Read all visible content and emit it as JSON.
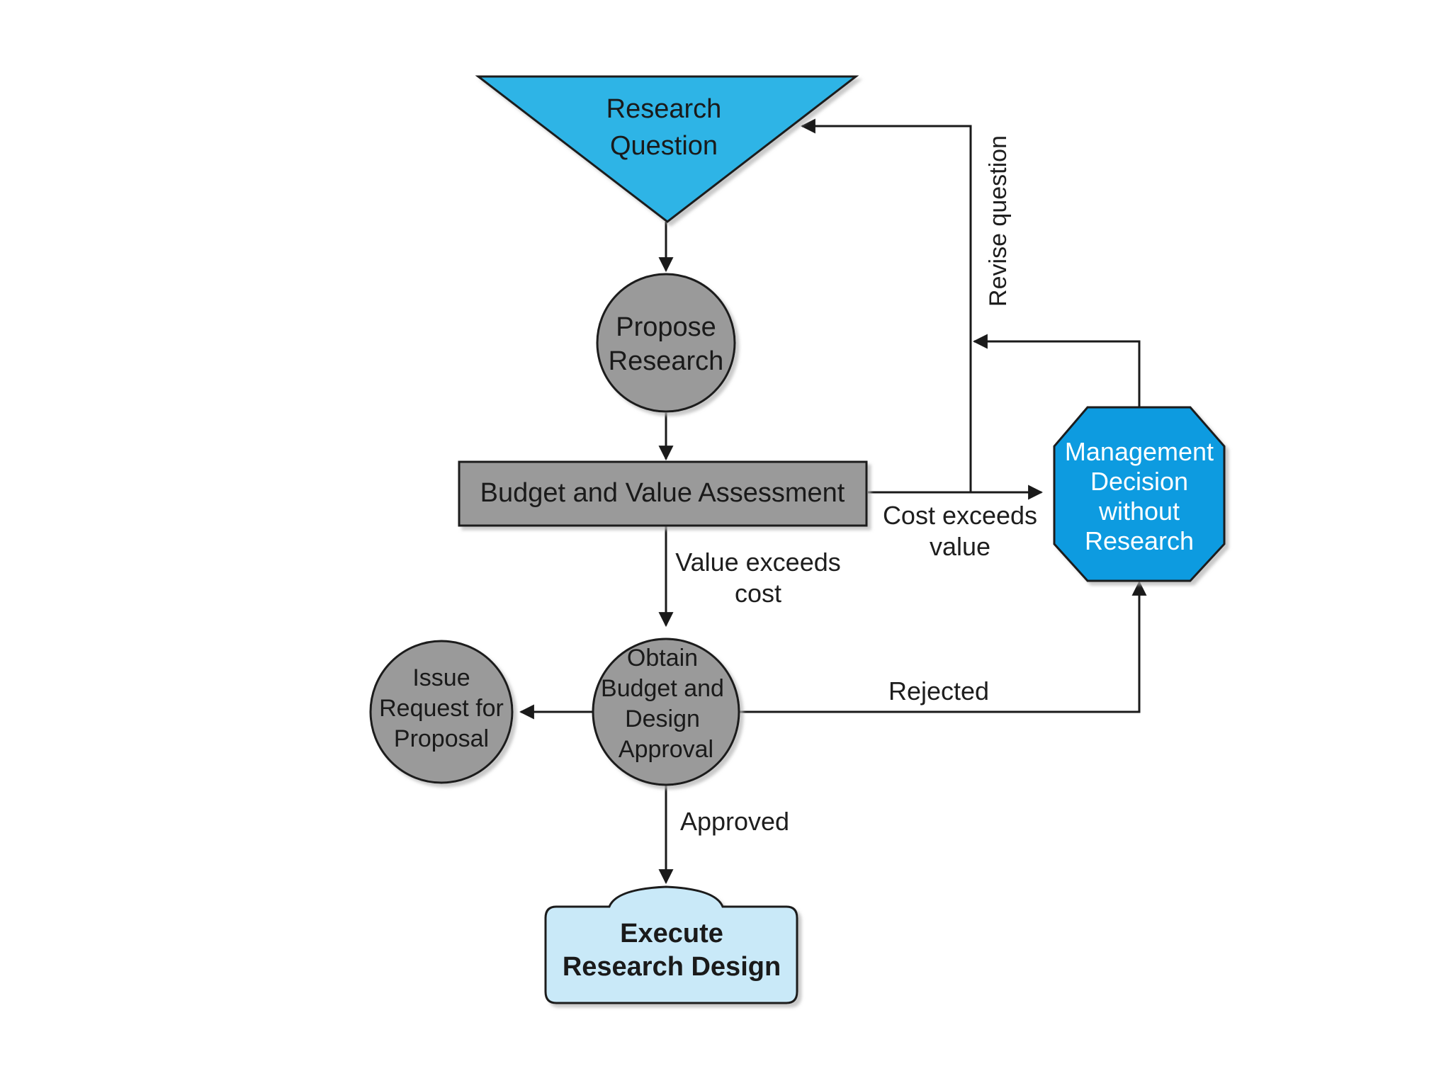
{
  "colors": {
    "start": "#2fb4e6",
    "process": "#9a9a9a",
    "decision": "#0a9be0",
    "end": "#c9e9f8",
    "edge": "#1a1a1a"
  },
  "nodes": {
    "research_question": {
      "line1": "Research",
      "line2": "Question"
    },
    "propose_research": {
      "line1": "Propose",
      "line2": "Research"
    },
    "budget_value": {
      "label": "Budget and Value Assessment"
    },
    "management_decision": {
      "line1": "Management",
      "line2": "Decision",
      "line3": "without",
      "line4": "Research"
    },
    "obtain_budget": {
      "line1": "Obtain",
      "line2": "Budget and",
      "line3": "Design",
      "line4": "Approval"
    },
    "issue_rfp": {
      "line1": "Issue",
      "line2": "Request for",
      "line3": "Proposal"
    },
    "execute_design": {
      "line1": "Execute",
      "line2": "Research Design"
    }
  },
  "edges": {
    "revise_question": "Revise question",
    "cost_exceeds_line1": "Cost exceeds",
    "cost_exceeds_line2": "value",
    "value_exceeds_line1": "Value exceeds",
    "value_exceeds_line2": "cost",
    "rejected": "Rejected",
    "approved": "Approved"
  }
}
